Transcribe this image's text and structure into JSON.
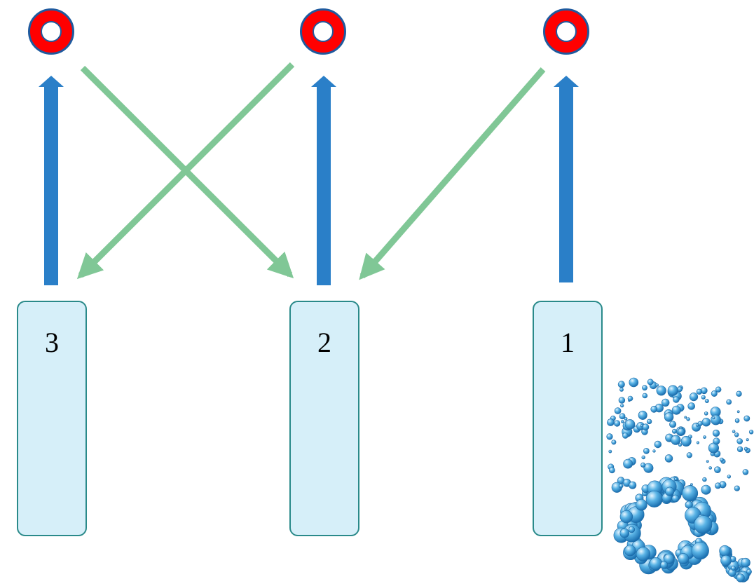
{
  "columns": [
    {
      "label": "3"
    },
    {
      "label": "2"
    },
    {
      "label": "1"
    }
  ],
  "colors": {
    "up_arrow": "#2a7fc8",
    "diagonal_arrow": "#80c796",
    "ring_fill": "#ff0000",
    "ring_outline": "#1f5a9e",
    "column_fill": "#d6eff9",
    "column_border": "#2a8a8a",
    "bubble": "#3a9fd8"
  },
  "icons": {
    "decoration": "o2-bubbles-icon",
    "target": "red-ring-icon"
  }
}
